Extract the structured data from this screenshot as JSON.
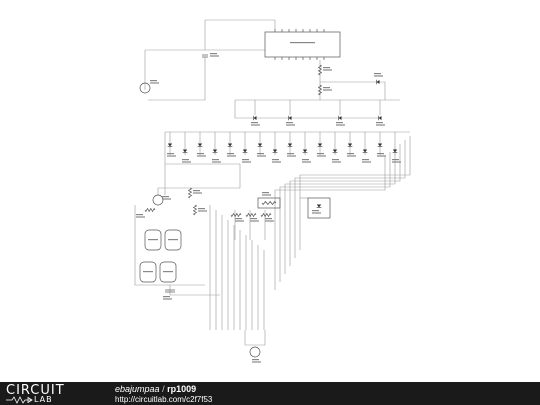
{
  "footer": {
    "logo_top": "CIRCUIT",
    "logo_bottom": "LAB",
    "author": "ebajumpaa",
    "separator": "/",
    "circuit_name": "rp1009",
    "url": "http://circuitlab.com/c2f7f53"
  },
  "colors": {
    "wire": "#888888",
    "component": "#555555",
    "label": "#444444",
    "footer_bg": "#1a1a1a"
  }
}
